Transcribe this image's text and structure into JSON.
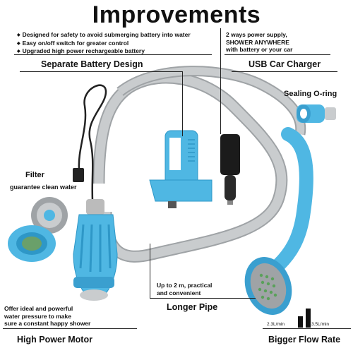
{
  "title": "Improvements",
  "battery": {
    "bullets": [
      "Designed for safety to avoid submerging battery into water",
      "Easy on/off switch for greater control",
      "Upgraded high power rechargeable battery"
    ],
    "label": "Separate Battery Design"
  },
  "charger": {
    "lines": [
      "2 ways power supply,",
      "SHOWER ANYWHERE",
      "with battery or your car"
    ],
    "label": "USB Car Charger"
  },
  "oring": {
    "label": "Sealing O-ring"
  },
  "filter": {
    "label": "Filter",
    "sub": "guarantee clean water"
  },
  "pipe": {
    "lines": [
      "Up to 2 m, practical",
      "and convenient"
    ],
    "label": "Longer Pipe"
  },
  "motor": {
    "lines": [
      "Offer ideal and powerful",
      "water pressure to make",
      "sure a constant happy shower"
    ],
    "label": "High Power Motor"
  },
  "flow": {
    "label": "Bigger Flow Rate",
    "low": "2.3L/min",
    "high": "3.5L/min"
  },
  "colors": {
    "blue": "#4fb7e3",
    "blue_dark": "#2e97c7",
    "hose": "#c9ccce",
    "hose_edge": "#9fa3a6"
  }
}
